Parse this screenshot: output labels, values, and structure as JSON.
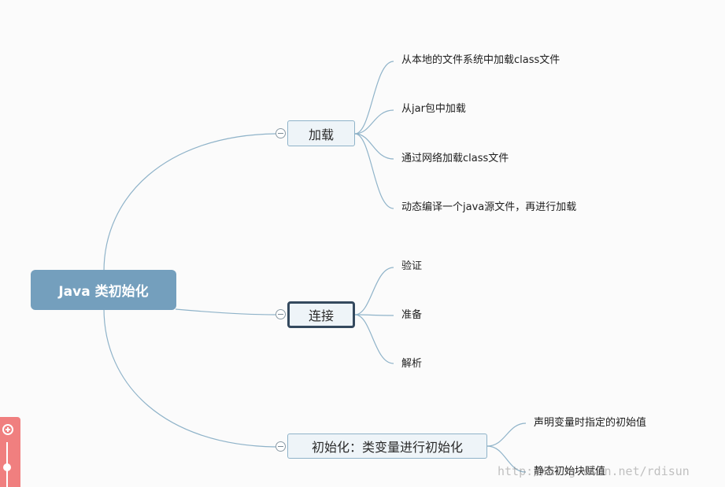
{
  "mindmap": {
    "root": {
      "label": "Java 类初始化"
    },
    "branches": [
      {
        "label": "加载",
        "children": [
          "从本地的文件系统中加载class文件",
          "从jar包中加载",
          "通过网络加载class文件",
          "动态编译一个java源文件，再进行加载"
        ]
      },
      {
        "label": "连接",
        "selected": true,
        "children": [
          "验证",
          "准备",
          "解析"
        ]
      },
      {
        "label": "初始化：类变量进行初始化",
        "children": [
          "声明变量时指定的初始值",
          "静态初始块赋值"
        ]
      }
    ]
  },
  "watermark": "http://blog.csdn.net/rdisun",
  "colors": {
    "root_fill": "#749fbd",
    "topic_fill": "#eef4f8",
    "topic_border": "#8fb3c9",
    "selected_border": "#34495e",
    "connector": "#8fb3c9",
    "zoom_panel": "#f07f7f"
  },
  "icons": {
    "collapse": "minus-circle-icon",
    "zoom_in": "zoom-in-icon",
    "zoom_slider": "zoom-slider"
  }
}
